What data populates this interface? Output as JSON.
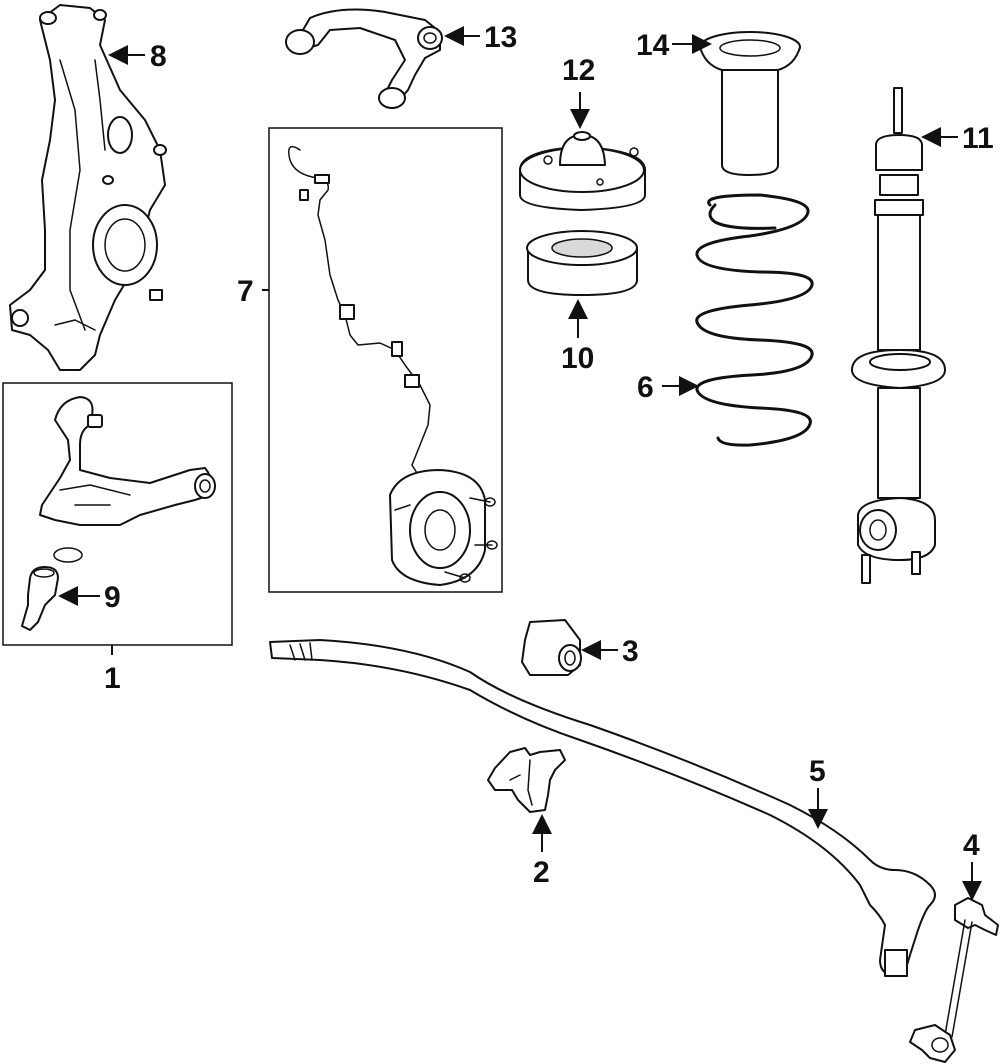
{
  "callouts": {
    "n1": "1",
    "n2": "2",
    "n3": "3",
    "n4": "4",
    "n5": "5",
    "n6": "6",
    "n7": "7",
    "n8": "8",
    "n9": "9",
    "n10": "10",
    "n11": "11",
    "n12": "12",
    "n13": "13",
    "n14": "14"
  },
  "colors": {
    "line": "#111111",
    "background": "#ffffff",
    "shade": "#d9d9d9"
  }
}
